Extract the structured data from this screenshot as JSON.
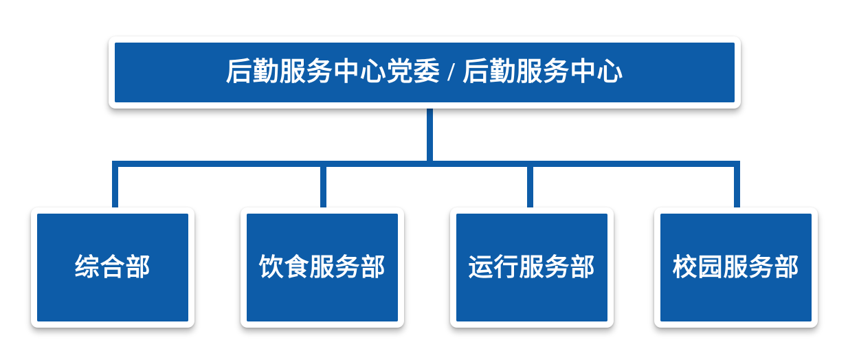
{
  "diagram": {
    "type": "org-chart",
    "accent_color": "#0d5ca8",
    "node_text_color": "#ffffff",
    "root": {
      "label": "后勤服务中心党委 / 后勤服务中心"
    },
    "children": [
      {
        "label": "综合部"
      },
      {
        "label": "饮食服务部"
      },
      {
        "label": "运行服务部"
      },
      {
        "label": "校园服务部"
      }
    ]
  }
}
